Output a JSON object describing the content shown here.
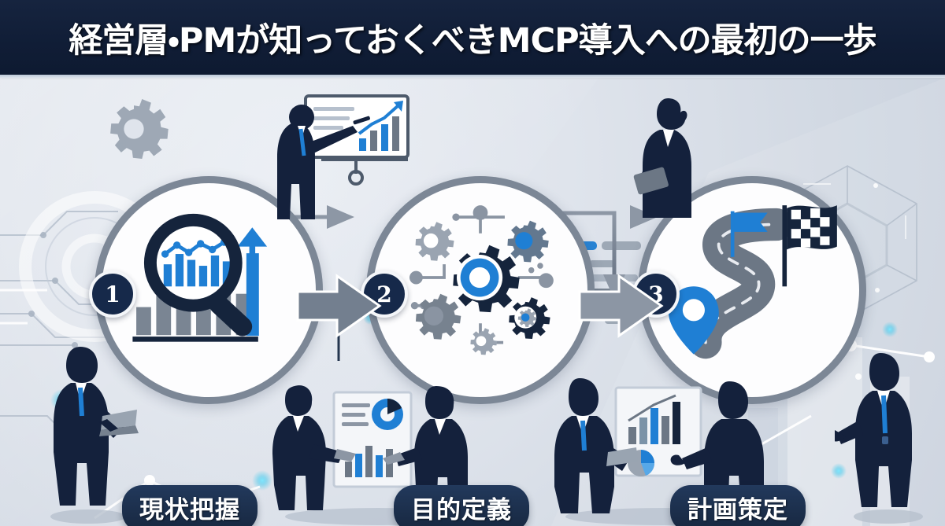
{
  "header": {
    "title": "経営層・PMが知っておくべきMCP導入への最初の一歩",
    "background_color": "#16243f",
    "text_color": "#ffffff"
  },
  "canvas": {
    "background_color": "#dfe4ec",
    "accent_blue": "#1f7fd4",
    "navy": "#16294a",
    "gray": "#7c8796"
  },
  "steps": [
    {
      "number": "1",
      "label": "現状把握",
      "icon": "magnifier-bar-chart-icon",
      "badge_name": "step-badge-1"
    },
    {
      "number": "2",
      "label": "目的定義",
      "icon": "gears-cluster-icon",
      "badge_name": "step-badge-2"
    },
    {
      "number": "3",
      "label": "計画策定",
      "icon": "winding-road-flag-icon",
      "badge_name": "step-badge-3"
    }
  ],
  "connectors": [
    {
      "name": "arrow-step1-to-step2",
      "direction": "right"
    },
    {
      "name": "arrow-step2-to-step3",
      "direction": "right"
    }
  ],
  "figures": [
    {
      "name": "businessman-with-laptop-left",
      "icon": "businessman-laptop-silhouette"
    },
    {
      "name": "presenter-at-whiteboard",
      "icon": "presenter-whiteboard-silhouette"
    },
    {
      "name": "businesswoman-with-tablet",
      "icon": "businesswoman-tablet-silhouette"
    },
    {
      "name": "two-businesswomen-discussion",
      "icon": "two-women-chart-silhouette"
    },
    {
      "name": "two-businessmen-discussion",
      "icon": "two-men-chart-silhouette"
    },
    {
      "name": "presenting-businessman-right",
      "icon": "presenting-man-silhouette"
    }
  ],
  "decorations": [
    {
      "name": "gear-decoration-top-left",
      "icon": "gear-icon"
    },
    {
      "name": "wireframe-cube-top-right",
      "icon": "cube-outline-icon"
    },
    {
      "name": "circuit-lines-left",
      "icon": "circuit-icon"
    },
    {
      "name": "code-bars-center",
      "icon": "code-lines-icon"
    },
    {
      "name": "glow-dots",
      "icon": "dot-icon"
    }
  ]
}
